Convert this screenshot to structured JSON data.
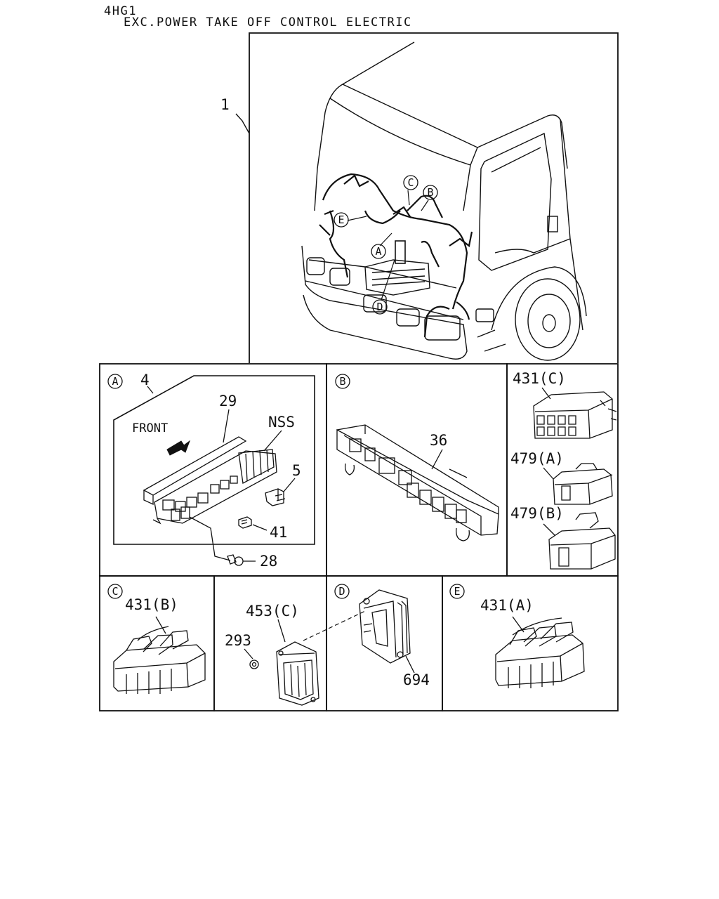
{
  "header": {
    "model": "4HG1",
    "subtitle": "EXC.POWER TAKE OFF CONTROL ELECTRIC"
  },
  "overview": {
    "part_number": "1",
    "callouts": [
      "A",
      "B",
      "C",
      "D",
      "E"
    ]
  },
  "panel_a": {
    "circle": "A",
    "part_number": "4",
    "front_label": "FRONT",
    "parts": [
      "29",
      "NSS",
      "5",
      "41",
      "28"
    ]
  },
  "panel_b": {
    "circle": "B",
    "parts": [
      "36"
    ]
  },
  "connectors_panel": {
    "parts": [
      "431(C)",
      "479(A)",
      "479(B)"
    ]
  },
  "panel_c": {
    "circle": "C",
    "parts": [
      "431(B)"
    ]
  },
  "ecu_panel": {
    "parts": [
      "453(C)",
      "293"
    ]
  },
  "panel_d": {
    "circle": "D",
    "parts": [
      "694"
    ]
  },
  "panel_e": {
    "circle": "E",
    "parts": [
      "431(A)"
    ]
  }
}
